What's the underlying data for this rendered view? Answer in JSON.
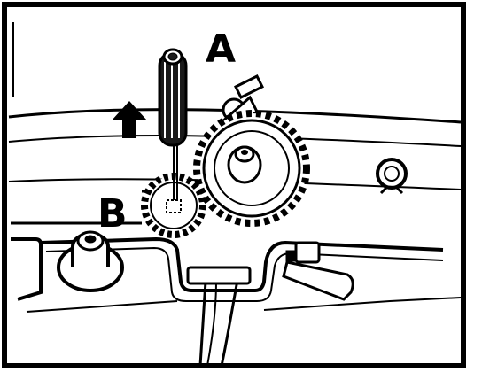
{
  "diagram": {
    "callouts": [
      {
        "id": "A",
        "label": "A",
        "meaning": "drive-tool"
      },
      {
        "id": "B",
        "label": "B",
        "meaning": "small-gear"
      }
    ],
    "direction_indicator": {
      "icon": "arrow-up-icon"
    },
    "colors": {
      "ink": "#000000",
      "paper": "#ffffff"
    }
  }
}
